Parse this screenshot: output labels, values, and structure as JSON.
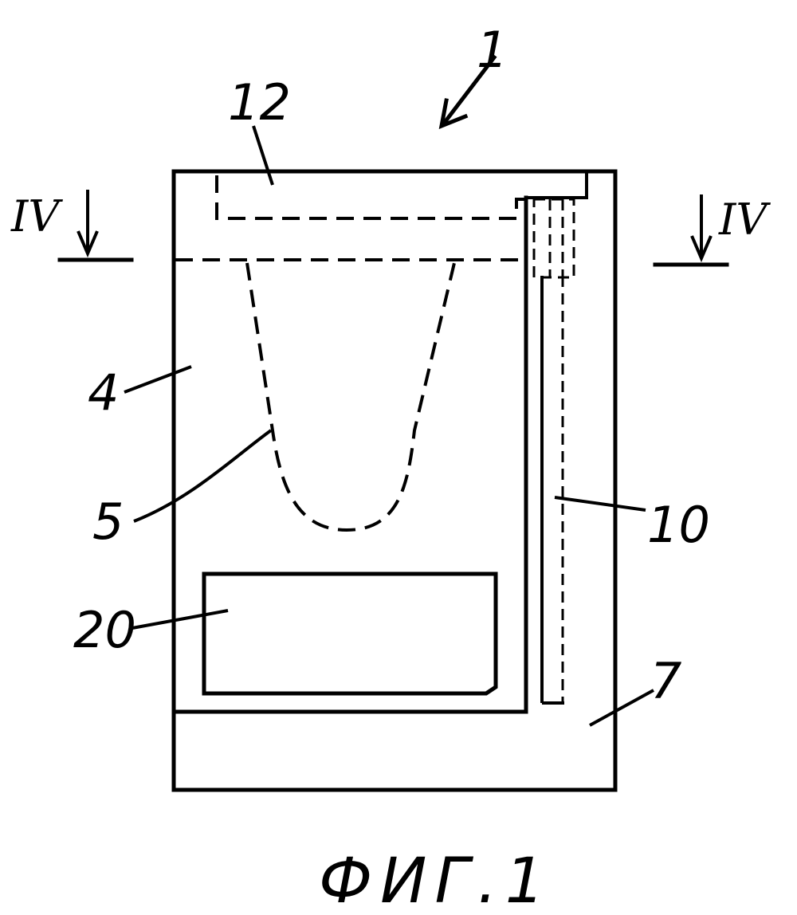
{
  "labels": {
    "device": "1",
    "drawer": "12",
    "section_left": "IV",
    "section_right": "IV",
    "body": "4",
    "bag": "5",
    "rod": "10",
    "box": "20",
    "base": "7"
  },
  "caption": "ФИГ.1"
}
